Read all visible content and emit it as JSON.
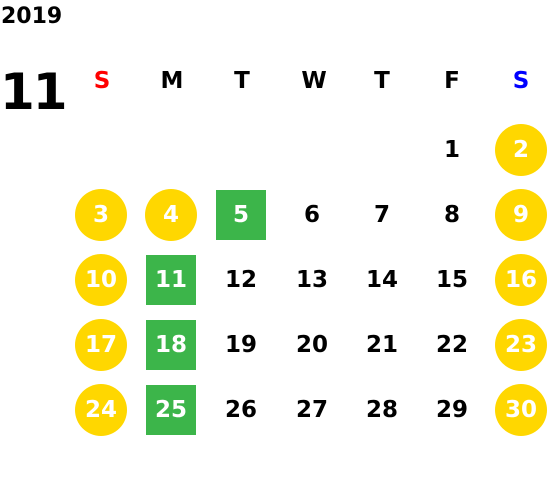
{
  "calendar": {
    "year": "2019",
    "month": "11",
    "colors": {
      "sunday": "#ff0000",
      "saturday": "#0000ff",
      "holiday_circle": "#ffd700",
      "event_square": "#3cb54a",
      "normal_text": "#000000",
      "highlight_text": "#ffffff"
    },
    "weekdays": [
      "S",
      "M",
      "T",
      "W",
      "T",
      "F",
      "S"
    ],
    "weeks": [
      [
        {
          "day": ""
        },
        {
          "day": ""
        },
        {
          "day": ""
        },
        {
          "day": ""
        },
        {
          "day": ""
        },
        {
          "day": "1",
          "style": "normal"
        },
        {
          "day": "2",
          "style": "holiday"
        }
      ],
      [
        {
          "day": "3",
          "style": "holiday"
        },
        {
          "day": "4",
          "style": "holiday"
        },
        {
          "day": "5",
          "style": "event"
        },
        {
          "day": "6",
          "style": "normal"
        },
        {
          "day": "7",
          "style": "normal"
        },
        {
          "day": "8",
          "style": "normal"
        },
        {
          "day": "9",
          "style": "holiday"
        }
      ],
      [
        {
          "day": "10",
          "style": "holiday"
        },
        {
          "day": "11",
          "style": "event"
        },
        {
          "day": "12",
          "style": "normal"
        },
        {
          "day": "13",
          "style": "normal"
        },
        {
          "day": "14",
          "style": "normal"
        },
        {
          "day": "15",
          "style": "normal"
        },
        {
          "day": "16",
          "style": "holiday"
        }
      ],
      [
        {
          "day": "17",
          "style": "holiday"
        },
        {
          "day": "18",
          "style": "event"
        },
        {
          "day": "19",
          "style": "normal"
        },
        {
          "day": "20",
          "style": "normal"
        },
        {
          "day": "21",
          "style": "normal"
        },
        {
          "day": "22",
          "style": "normal"
        },
        {
          "day": "23",
          "style": "holiday"
        }
      ],
      [
        {
          "day": "24",
          "style": "holiday"
        },
        {
          "day": "25",
          "style": "event"
        },
        {
          "day": "26",
          "style": "normal"
        },
        {
          "day": "27",
          "style": "normal"
        },
        {
          "day": "28",
          "style": "normal"
        },
        {
          "day": "29",
          "style": "normal"
        },
        {
          "day": "30",
          "style": "holiday"
        }
      ]
    ]
  }
}
